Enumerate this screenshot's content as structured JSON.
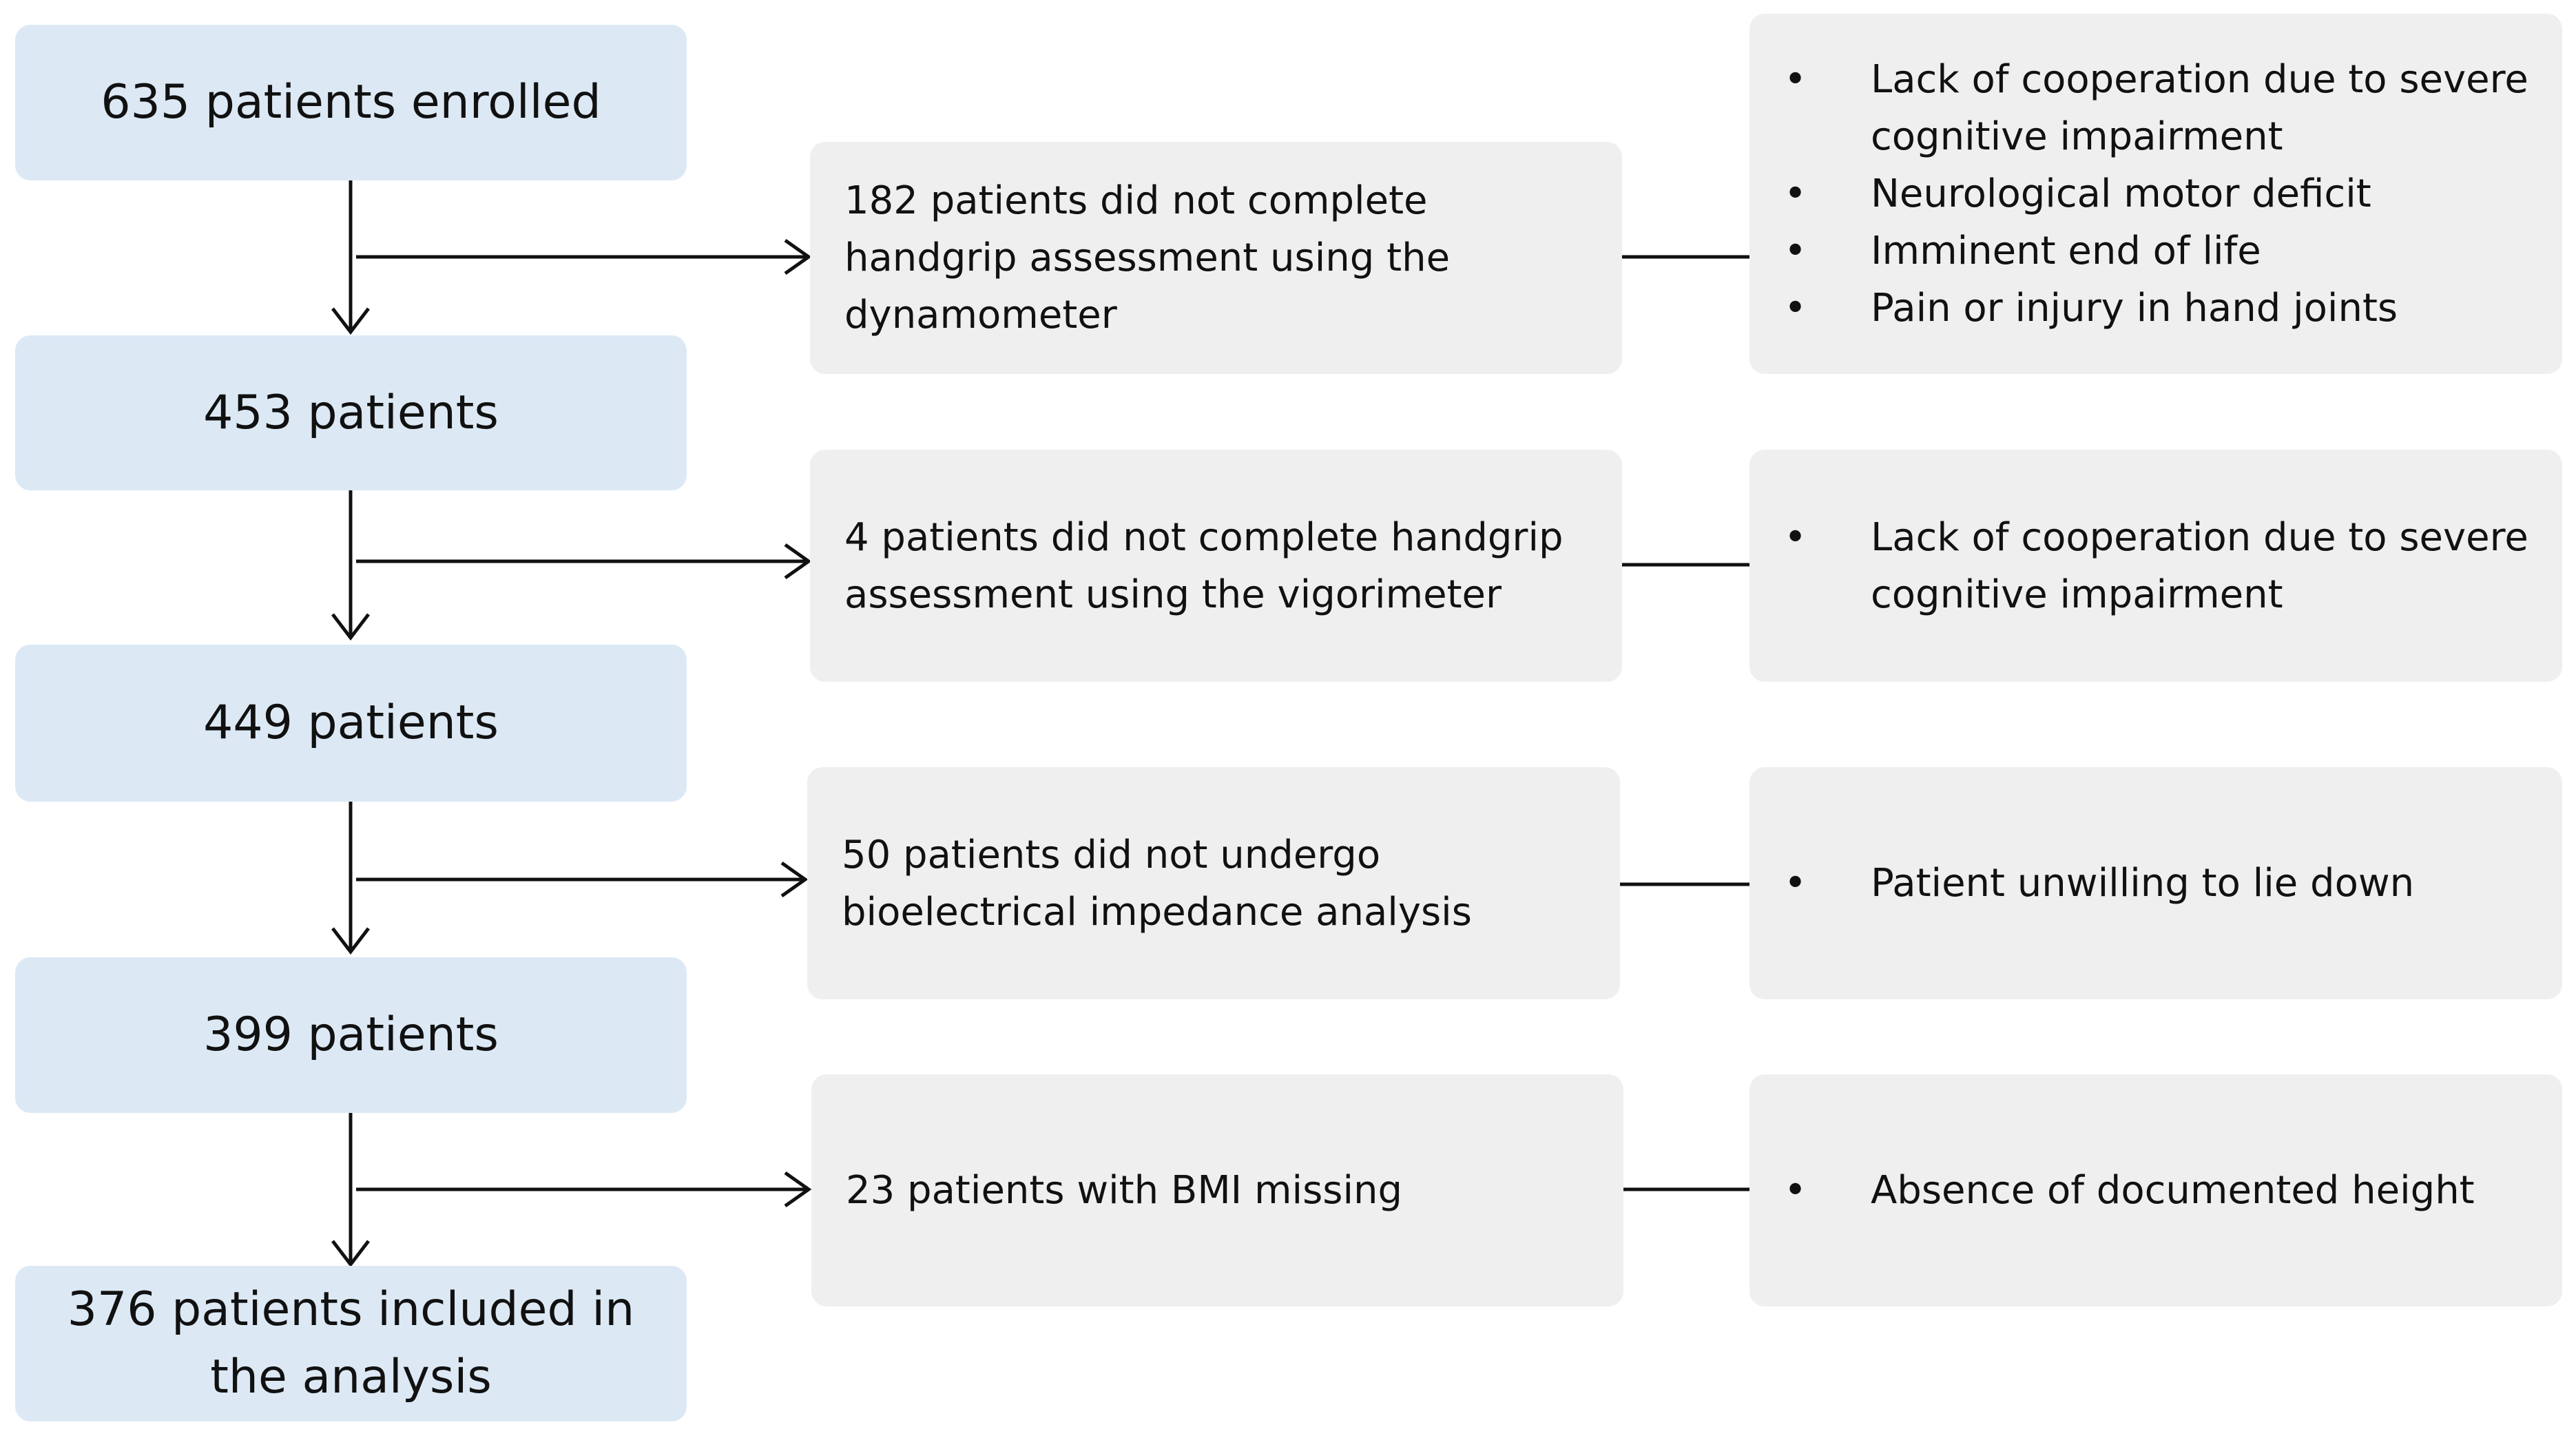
{
  "stages": [
    {
      "label": "635 patients enrolled"
    },
    {
      "label": "453 patients"
    },
    {
      "label": "449 patients"
    },
    {
      "label": "399 patients"
    },
    {
      "label": "376 patients included in the analysis"
    }
  ],
  "exclusions": [
    {
      "label": "182 patients did not complete handgrip assessment using the dynamometer",
      "reasons": [
        "Lack of cooperation due to severe cognitive impairment",
        "Neurological motor deficit",
        "Imminent end of life",
        "Pain or injury in hand joints"
      ]
    },
    {
      "label": "4 patients did not complete handgrip assessment using the vigorimeter",
      "reasons": [
        "Lack of cooperation due to severe cognitive impairment"
      ]
    },
    {
      "label": "50 patients did not undergo bioelectrical impedance analysis",
      "reasons": [
        "Patient unwilling to lie down"
      ]
    },
    {
      "label": "23 patients with BMI missing",
      "reasons": [
        "Absence of documented height"
      ]
    }
  ],
  "bullet_symbol": "•",
  "colors": {
    "stage_fill": "#dce9f5",
    "side_fill": "#efefef",
    "line": "#111111"
  }
}
